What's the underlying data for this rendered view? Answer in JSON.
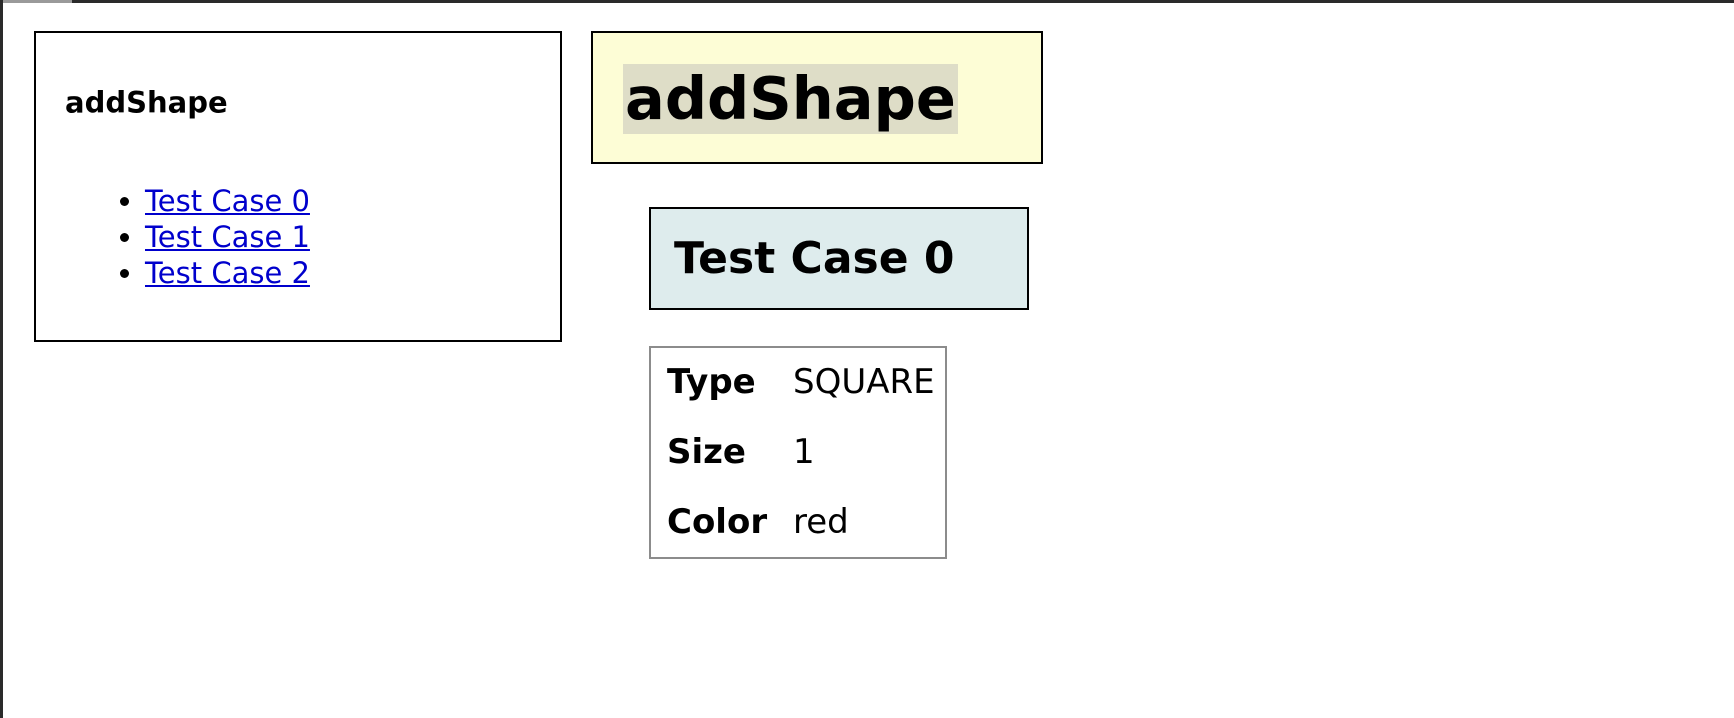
{
  "nav": {
    "title": "addShape",
    "links": [
      {
        "label": "Test Case 0"
      },
      {
        "label": "Test Case 1"
      },
      {
        "label": "Test Case 2"
      }
    ],
    "link_color": "#0000cc"
  },
  "header": {
    "title": "addShape",
    "background": "#fdfdd6"
  },
  "test_case": {
    "title": "Test Case 0",
    "background": "#deeced",
    "properties": [
      {
        "key": "Type",
        "value": "SQUARE"
      },
      {
        "key": "Size",
        "value": "1"
      },
      {
        "key": "Color",
        "value": "red"
      }
    ]
  }
}
